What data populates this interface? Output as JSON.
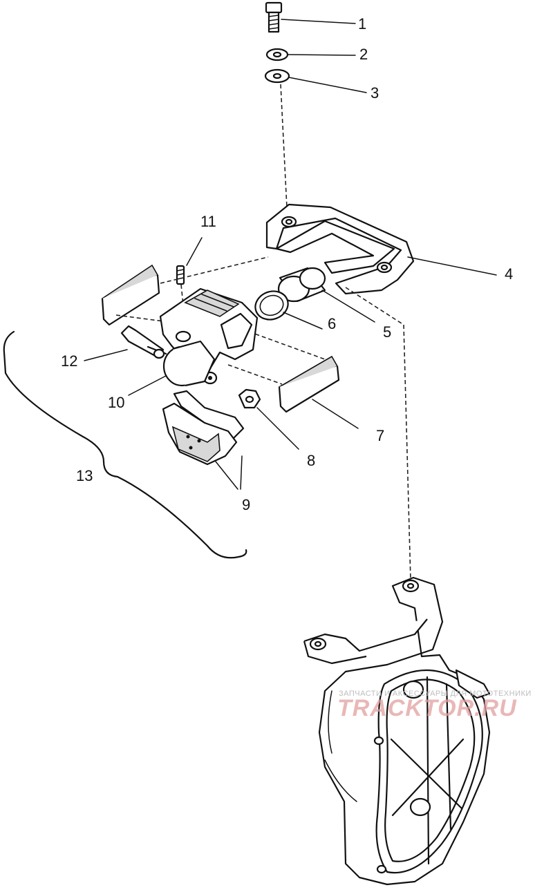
{
  "callouts": [
    "1",
    "2",
    "3",
    "4",
    "5",
    "6",
    "7",
    "8",
    "9",
    "10",
    "11",
    "12",
    "13"
  ],
  "watermark": {
    "line1": "ЗАПЧАСТИ И АКСЕССУАРЫ ДЛЯ МОТОТЕХНИКИ",
    "line2": "TRACKTOR.RU"
  }
}
